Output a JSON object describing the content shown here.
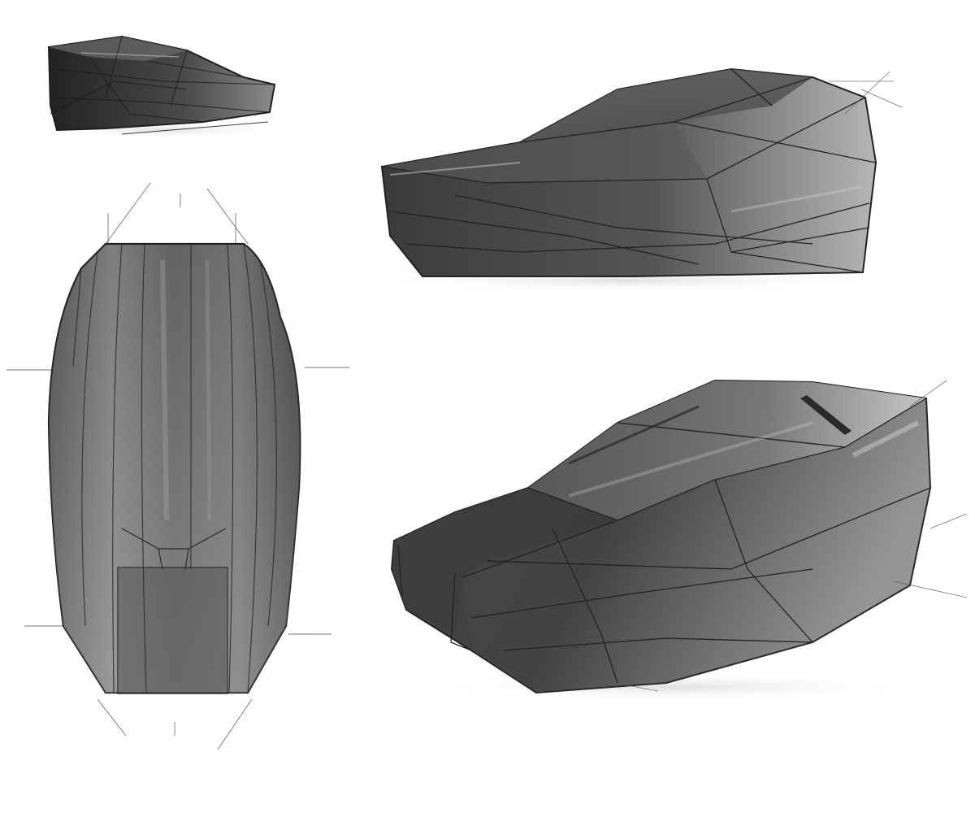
{
  "colors": {
    "background": "#ffffff",
    "body_dark": "#3a3a3a",
    "body_mid": "#5c5c5c",
    "body_light": "#9a9a9a",
    "highlight": "#cfcfcf",
    "line": "#2a2a2a",
    "construction_line": "#444444",
    "shadow": "#e6e6e6"
  },
  "views": [
    {
      "name": "side-view-thumbnail"
    },
    {
      "name": "side-view-large"
    },
    {
      "name": "top-view"
    },
    {
      "name": "three-quarter-view"
    }
  ]
}
